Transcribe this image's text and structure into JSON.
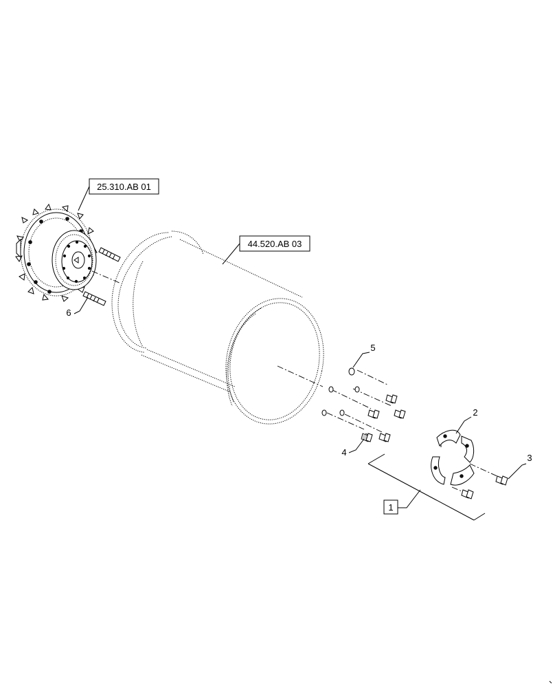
{
  "references": {
    "hub": "25.310.AB 01",
    "wheel": "44.520.AB 03",
    "kit": "1"
  },
  "callouts": {
    "c2": "2",
    "c3": "3",
    "c4": "4",
    "c5": "5",
    "c6": "6"
  }
}
